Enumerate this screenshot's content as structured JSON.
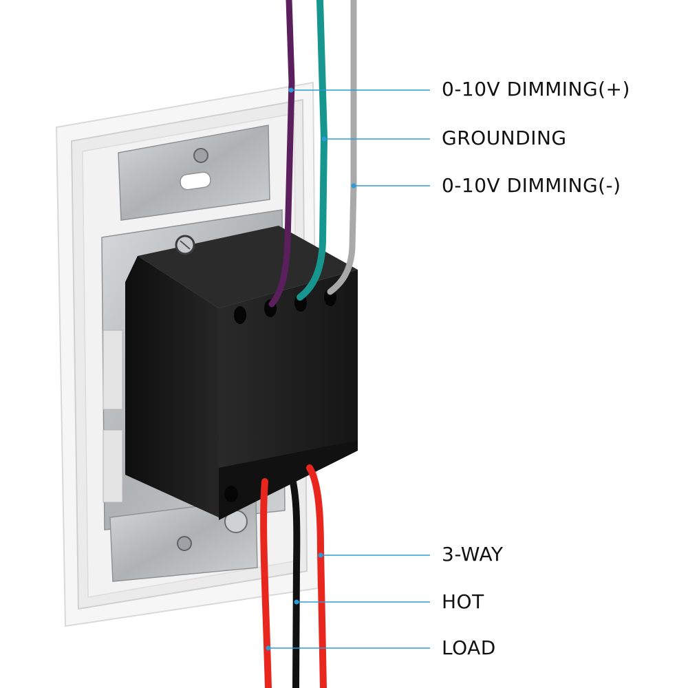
{
  "labels": {
    "dimming_plus": "0-10V DIMMING(+)",
    "grounding": "GROUNDING",
    "dimming_minus": "0-10V DIMMING(-)",
    "three_way": "3-WAY",
    "hot": "HOT",
    "load": "LOAD"
  },
  "colors": {
    "leader_line": "#2e9bd6",
    "dimming_plus_wire": "#5b1f5e",
    "grounding_wire": "#17968f",
    "dimming_minus_wire": "#a9a9a9",
    "three_way_wire": "#e8261e",
    "hot_wire": "#111111",
    "load_wire": "#e8261e",
    "housing": "#1b1b1b",
    "wall_plate": "#f4f4f4",
    "metal_strap": "#b9bcbf"
  }
}
